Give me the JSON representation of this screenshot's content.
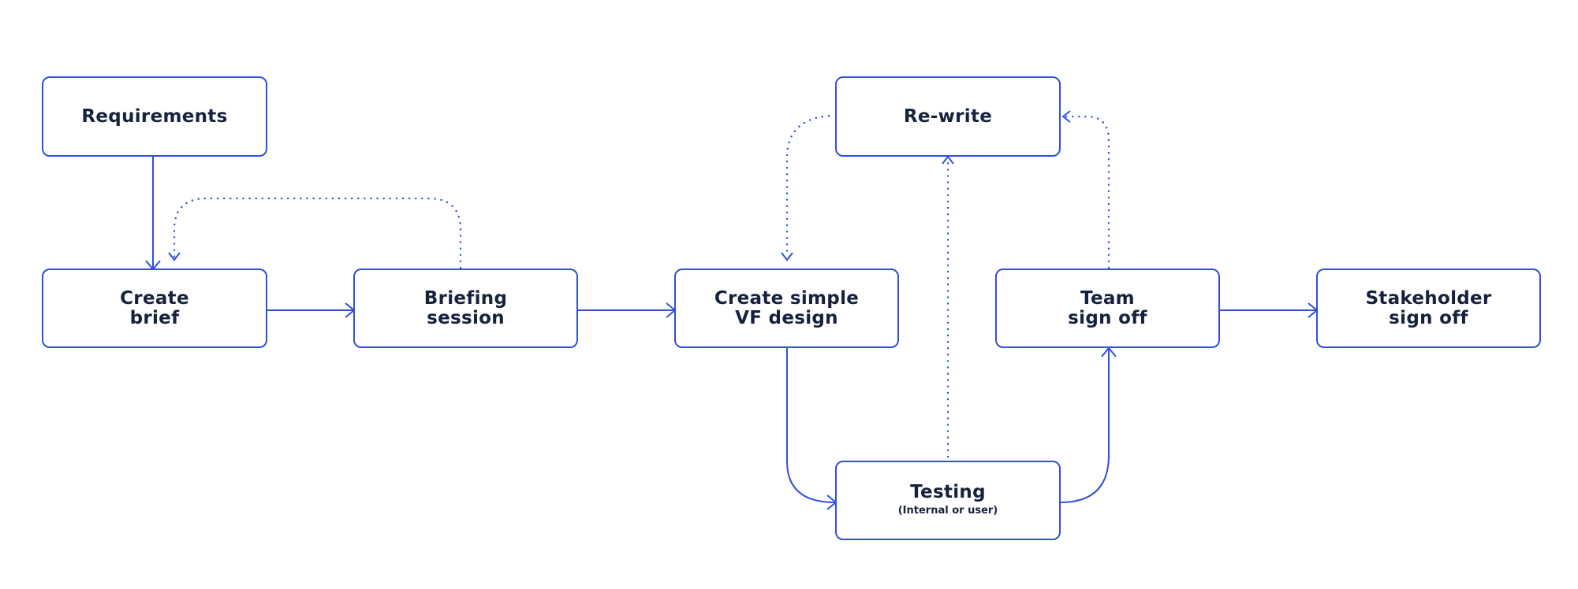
{
  "colors": {
    "stroke": "#3050dc",
    "text": "#16213e",
    "background": "#ffffff"
  },
  "nodes": {
    "requirements": {
      "label": "Requirements"
    },
    "create_brief": {
      "label": "Create\nbrief"
    },
    "briefing_session": {
      "label": "Briefing\nsession"
    },
    "create_vf_design": {
      "label": "Create simple\nVF design"
    },
    "rewrite": {
      "label": "Re-write"
    },
    "testing": {
      "label": "Testing",
      "sublabel": "(Internal or user)"
    },
    "team_sign_off": {
      "label": "Team\nsign off"
    },
    "stakeholder_sign_off": {
      "label": "Stakeholder\nsign off"
    }
  },
  "edges": [
    {
      "from": "requirements",
      "to": "create_brief",
      "style": "solid"
    },
    {
      "from": "create_brief",
      "to": "briefing_session",
      "style": "solid"
    },
    {
      "from": "briefing_session",
      "to": "create_brief",
      "style": "dotted"
    },
    {
      "from": "briefing_session",
      "to": "create_vf_design",
      "style": "solid"
    },
    {
      "from": "create_vf_design",
      "to": "testing",
      "style": "solid"
    },
    {
      "from": "testing",
      "to": "team_sign_off",
      "style": "solid"
    },
    {
      "from": "testing",
      "to": "rewrite",
      "style": "dotted"
    },
    {
      "from": "rewrite",
      "to": "create_vf_design",
      "style": "dotted"
    },
    {
      "from": "team_sign_off",
      "to": "rewrite",
      "style": "dotted"
    },
    {
      "from": "team_sign_off",
      "to": "stakeholder_sign_off",
      "style": "solid"
    }
  ]
}
